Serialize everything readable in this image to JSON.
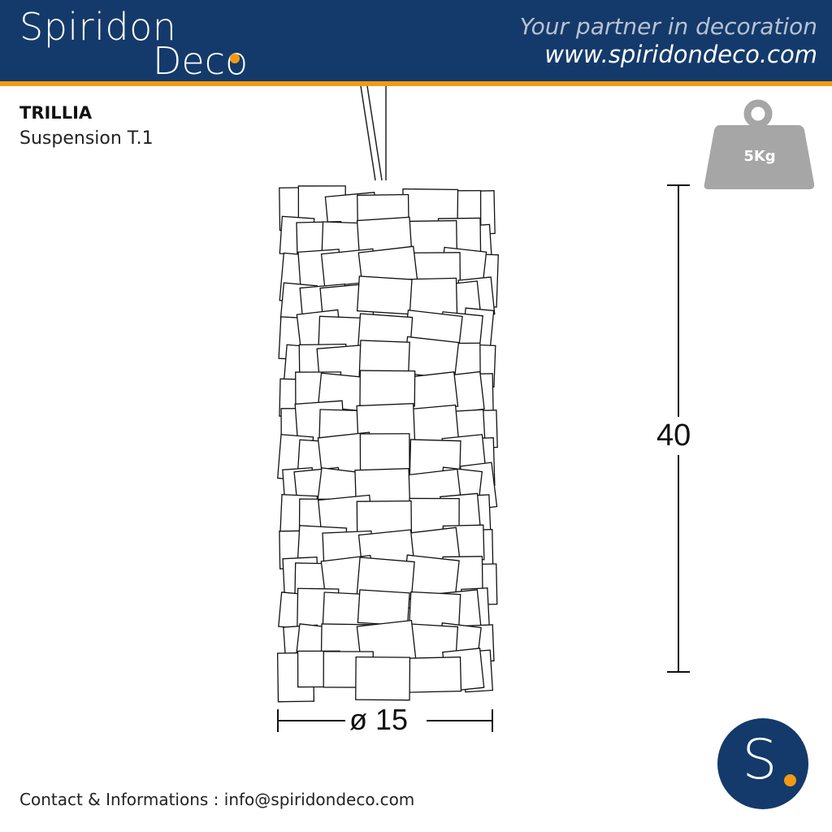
{
  "header": {
    "brand_line1": "Spiridon",
    "brand_line2": "Deco",
    "tagline": "Your partner in decoration",
    "url": "www.spiridondeco.com"
  },
  "product": {
    "name": "TRILLIA",
    "type": "Suspension T.1"
  },
  "weight": {
    "label": "5Kg",
    "icon": "weight-icon"
  },
  "dimensions": {
    "height": "40",
    "diameter": "ø 15"
  },
  "footer": {
    "contact": "Contact & Informations : info@spiridondeco.com",
    "badge_letter": "S"
  },
  "colors": {
    "brand_blue": "#143a6b",
    "accent_orange": "#f39a12",
    "weight_gray": "#a6a6a6"
  }
}
